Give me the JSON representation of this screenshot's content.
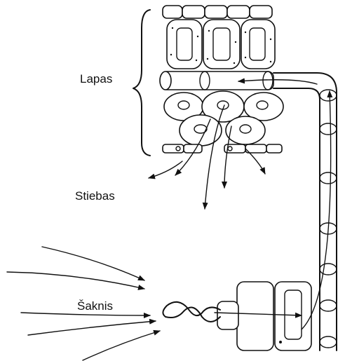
{
  "labels": {
    "leaf": "Lapas",
    "stem": "Stiebas",
    "root": "Šaknis"
  }
}
